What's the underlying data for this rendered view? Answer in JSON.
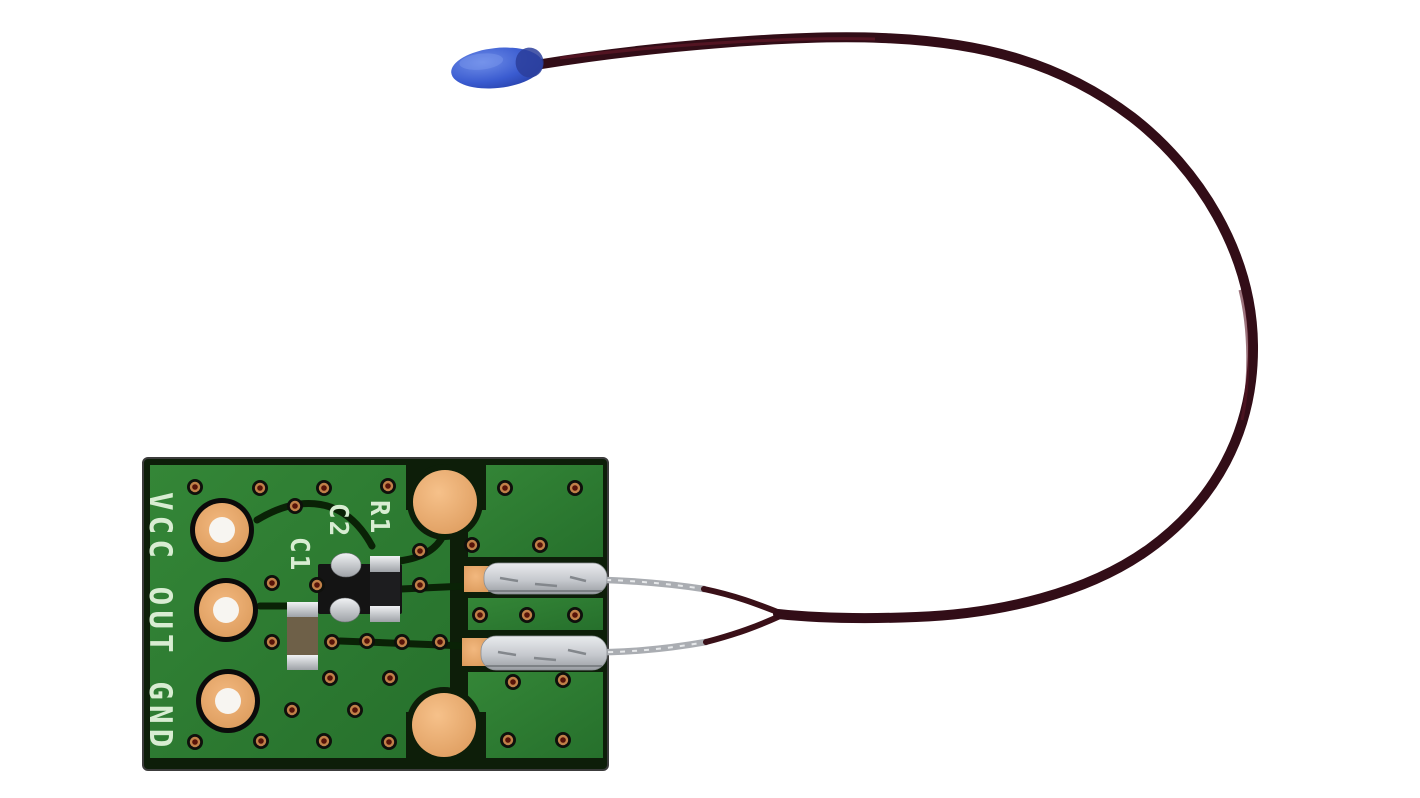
{
  "scene": {
    "type": "product-photo",
    "subject": "NTC thermistor bead probe wired to a green sensor breakout PCB",
    "background_color": "#ffffff"
  },
  "pcb": {
    "pin_labels": "VCC OUT GND",
    "designators": {
      "r1": "R1",
      "c2": "C2",
      "c1": "C1"
    },
    "colors": {
      "soldermask_green": "#2e7a33",
      "board_dark": "#0d1e09",
      "copper_pad": "#e9a768",
      "via_center": "#571309",
      "via_ring": "#c08048",
      "silkscreen": "#d8edd2",
      "hole": "#f7f5f1"
    }
  },
  "thermistor": {
    "bead_color": "#2f4fc5",
    "wire_color": "#320d17",
    "tinned_lead_color": "#aaadb2",
    "solder_color": "#c9ccd2"
  }
}
